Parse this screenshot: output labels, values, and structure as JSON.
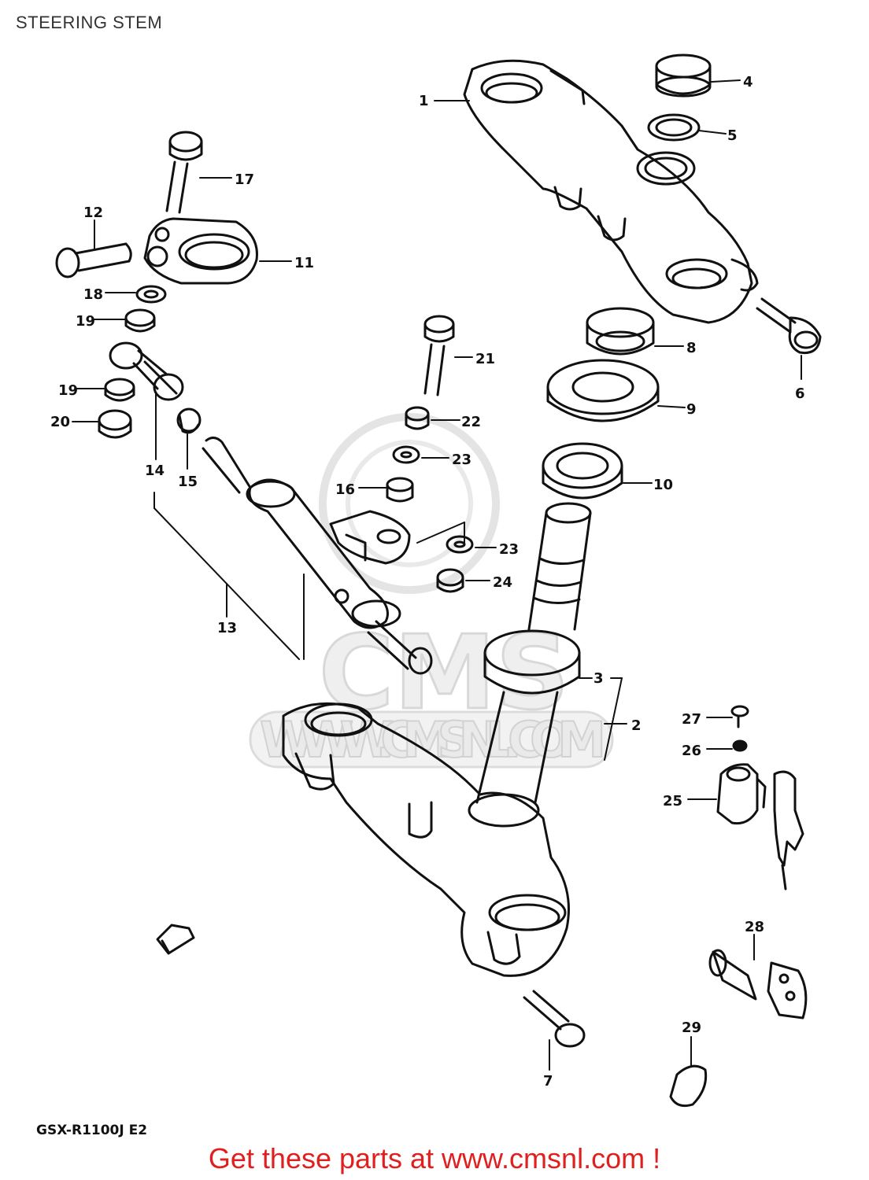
{
  "page": {
    "title": "STEERING STEM"
  },
  "diagram": {
    "part_labels": [
      "1",
      "2",
      "3",
      "4",
      "5",
      "6",
      "7",
      "8",
      "9",
      "10",
      "11",
      "12",
      "13",
      "14",
      "15",
      "16",
      "17",
      "18",
      "19",
      "19",
      "20",
      "21",
      "22",
      "23",
      "23",
      "24",
      "25",
      "26",
      "27",
      "28",
      "29"
    ],
    "model_code": "GSX-R1100J E2",
    "watermark": {
      "brand": "CMS",
      "url": "WWW.CMSNL.COM"
    }
  },
  "footer": {
    "link_text": "Get these parts at www.cmsnl.com !",
    "link_color": "#e0201e"
  },
  "colors": {
    "line": "#111111",
    "watermark": "#d8d8d8"
  }
}
